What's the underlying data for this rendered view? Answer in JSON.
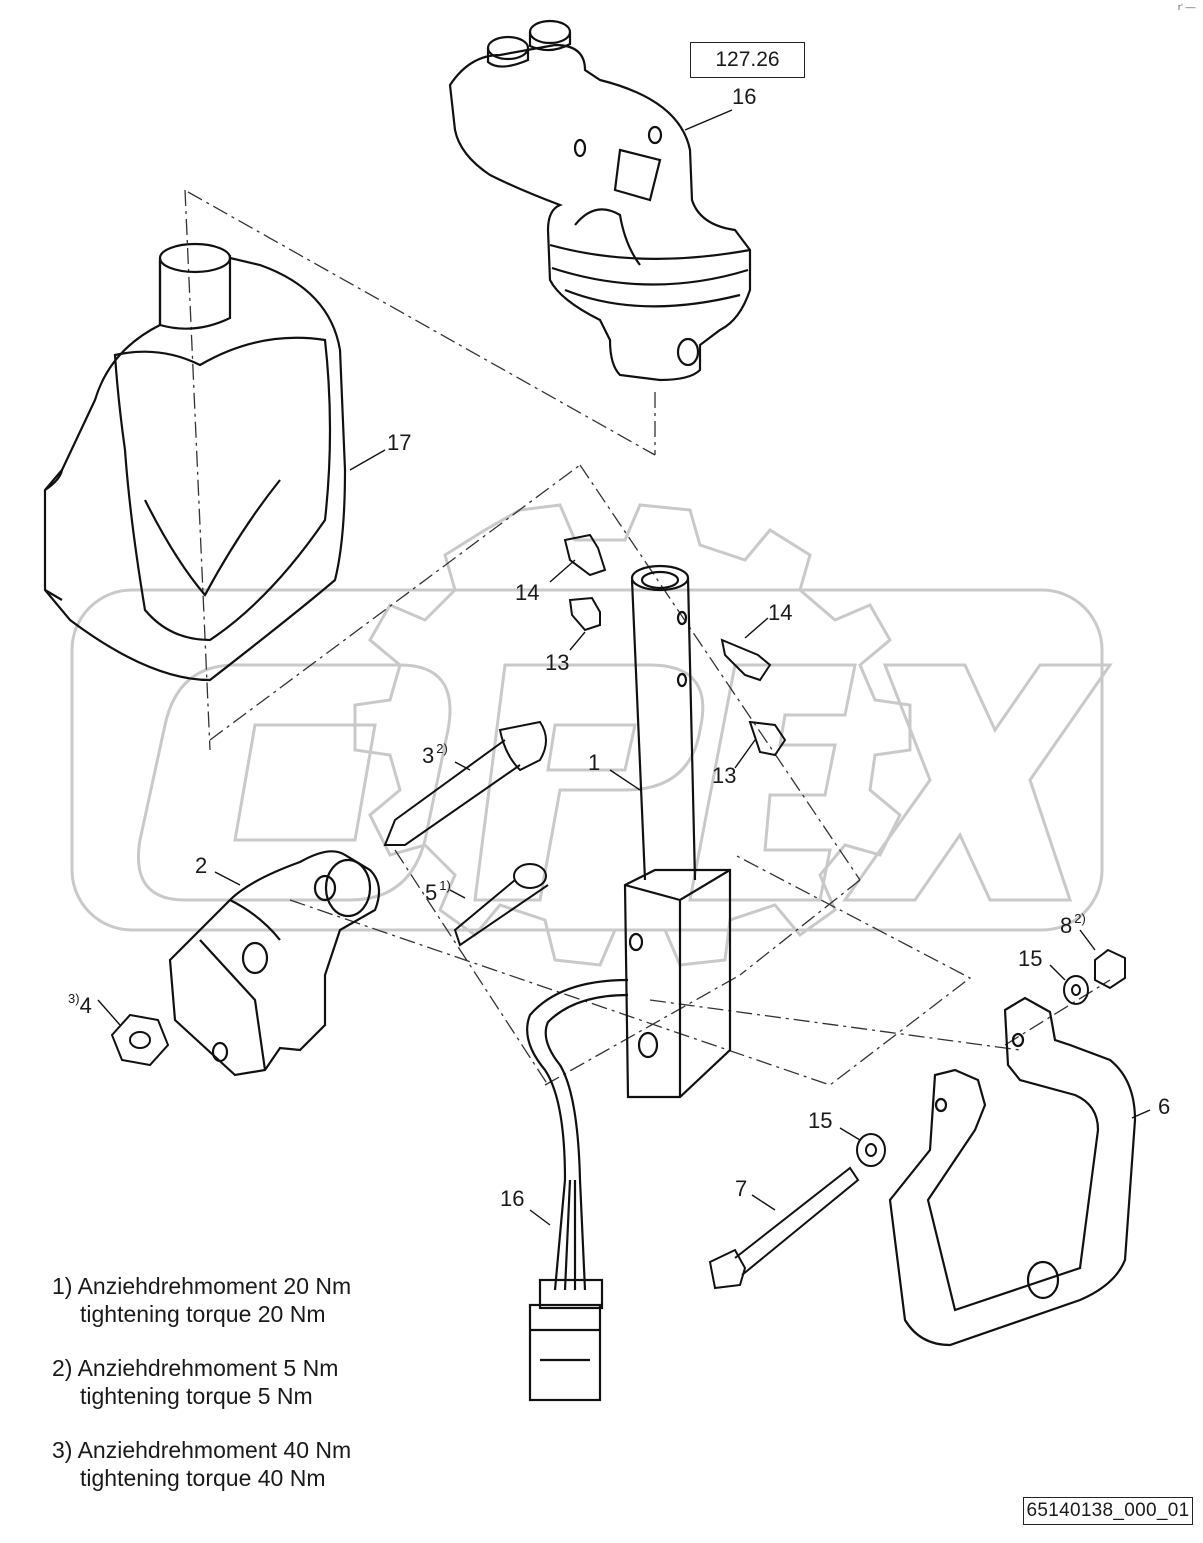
{
  "reference_box": "127.26",
  "drawing_id": "65140138_000_01",
  "watermark": "OPEX",
  "corner_mark": "r‘ ––",
  "callouts": {
    "c16_top": "16",
    "c17": "17",
    "c14_left": "14",
    "c13_left": "13",
    "c14_right": "14",
    "c13_right": "13",
    "c1": "1",
    "c3": "3",
    "c3_note": "2)",
    "c2": "2",
    "c5": "5",
    "c5_note": "1)",
    "c4_note": "3)",
    "c4": "4",
    "c8": "8",
    "c8_note": "2)",
    "c15_top": "15",
    "c6": "6",
    "c15_bottom": "15",
    "c7": "7",
    "c16_bottom": "16"
  },
  "notes": [
    {
      "marker": "1)",
      "de": "Anziehdrehmoment 20 Nm",
      "en": "tightening torque 20 Nm"
    },
    {
      "marker": "2)",
      "de": "Anziehdrehmoment 5 Nm",
      "en": "tightening torque 5 Nm"
    },
    {
      "marker": "3)",
      "de": "Anziehdrehmoment 40 Nm",
      "en": "tightening torque 40 Nm"
    }
  ]
}
